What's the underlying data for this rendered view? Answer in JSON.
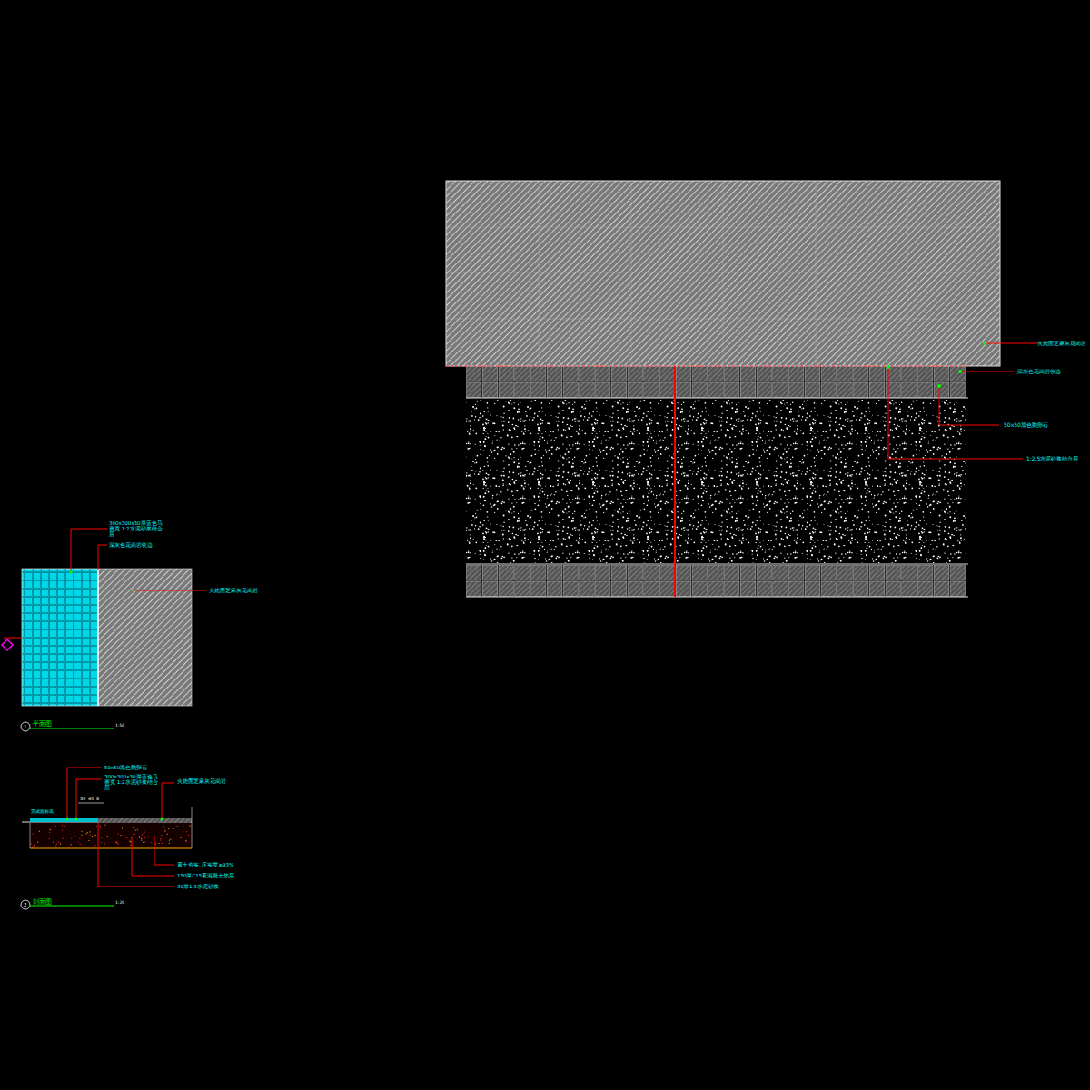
{
  "diagram": {
    "labels": [
      "火烧面芝麻灰花岗岩",
      "深灰色花岗岩收边",
      "50x50黑色鹅卵石",
      "1:2.5水泥砂浆结合层",
      "300x300x30厚蓝色马赛克 1:2水泥砂浆结合层",
      "深灰色花岗岩收边",
      "火烧面芝麻灰花岗岩",
      "1",
      "平面图",
      "1:50",
      "50x50黑色鹅卵石",
      "300x300x30厚蓝色马赛克 1:2水泥砂浆结合层",
      "火烧面芝麻灰花岗岩",
      "30",
      "40",
      "8",
      "完成面标高",
      "素土夯实, 压实度≥93%",
      "150厚C15素混凝土垫层",
      "30厚1:3水泥砂浆",
      "2",
      "剖面图",
      "1:20"
    ]
  }
}
